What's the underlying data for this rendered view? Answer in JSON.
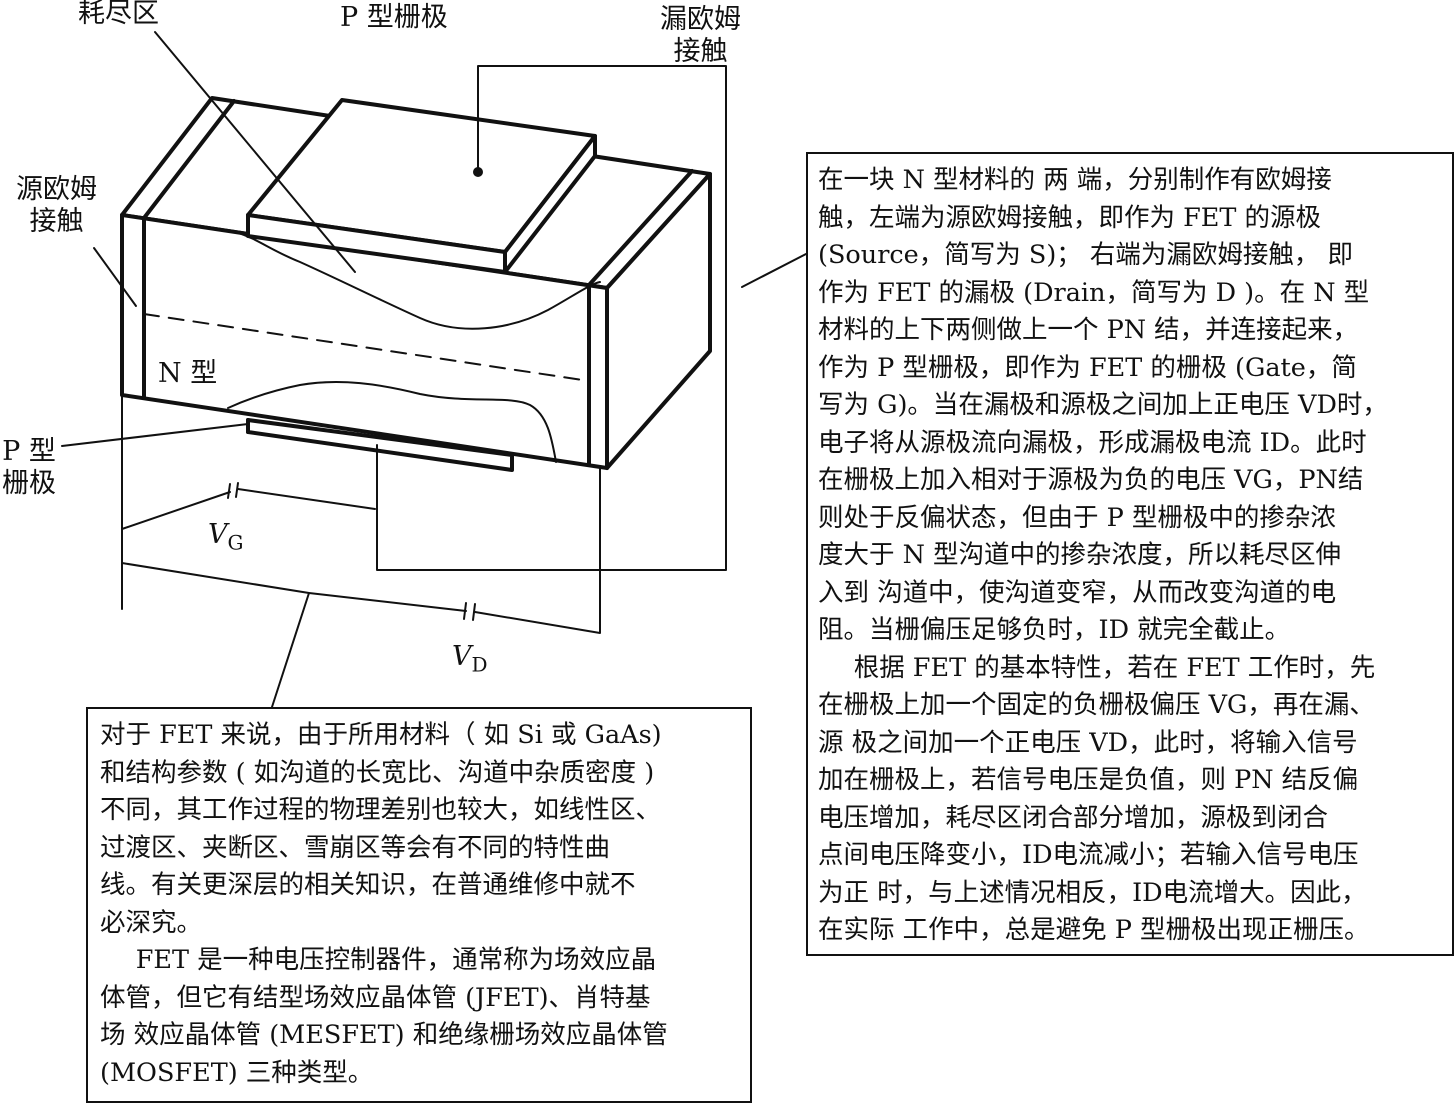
{
  "labels": {
    "depletion": "耗尽区",
    "p_gate_top": "P 型栅极",
    "drain_contact": [
      "漏欧姆",
      "接触"
    ],
    "source_contact": [
      "源欧姆",
      "接触"
    ],
    "n_type": "N 型",
    "p_gate_bottom": [
      "P 型",
      "栅极"
    ],
    "vg": {
      "symbol": "V",
      "sub": "G"
    },
    "vd": {
      "symbol": "V",
      "sub": "D"
    }
  },
  "right_box": {
    "para1": [
      "在一块 N 型材料的 两 端，分别制作有欧姆接",
      "触，左端为源欧姆接触，即作为 FET 的源极",
      "(Source，简写为 S)； 右端为漏欧姆接触， 即",
      "作为 FET 的漏极 (Drain，简写为 D )。在 N 型",
      "材料的上下两侧做上一个 PN 结，并连接起来，",
      "作为 P 型栅极，即作为 FET 的栅极 (Gate，简",
      "写为 G)。当在漏极和源极之间加上正电压 VD时，",
      "电子将从源极流向漏极，形成漏极电流 ID。此时",
      "在栅极上加入相对于源极为负的电压 VG，PN结",
      "则处于反偏状态，但由于 P 型栅极中的掺杂浓",
      "度大于 N 型沟道中的掺杂浓度，所以耗尽区伸",
      "入到 沟道中，使沟道变窄，从而改变沟道的电",
      "阻。当栅偏压足够负时，ID 就完全截止。"
    ],
    "para2": [
      "根据 FET 的基本特性，若在 FET 工作时，先",
      "在栅极上加一个固定的负栅极偏压 VG，再在漏、",
      "源 极之间加一个正电压 VD，此时，将输入信号",
      "加在栅极上，若信号电压是负值，则 PN 结反偏",
      "电压增加，耗尽区闭合部分增加，源极到闭合",
      "点间电压降变小，ID电流减小；若输入信号电压",
      "为正 时，与上述情况相反，ID电流增大。因此，",
      "在实际 工作中，总是避免 P 型栅极出现正栅压。"
    ]
  },
  "bottom_box": {
    "para1": [
      "对于 FET 来说，由于所用材料（ 如 Si 或 GaAs)",
      "和结构参数 ( 如沟道的长宽比、沟道中杂质密度 )",
      "不同，其工作过程的物理差别也较大，如线性区、",
      "过渡区、夹断区、雪崩区等会有不同的特性曲",
      "线。有关更深层的相关知识，在普通维修中就不",
      "必深究。"
    ],
    "para2": [
      "FET 是一种电压控制器件，通常称为场效应晶",
      "体管，但它有结型场效应晶体管 (JFET)、肖特基",
      "场 效应晶体管 (MESFET) 和绝缘栅场效应晶体管",
      "(MOSFET) 三种类型。"
    ]
  }
}
